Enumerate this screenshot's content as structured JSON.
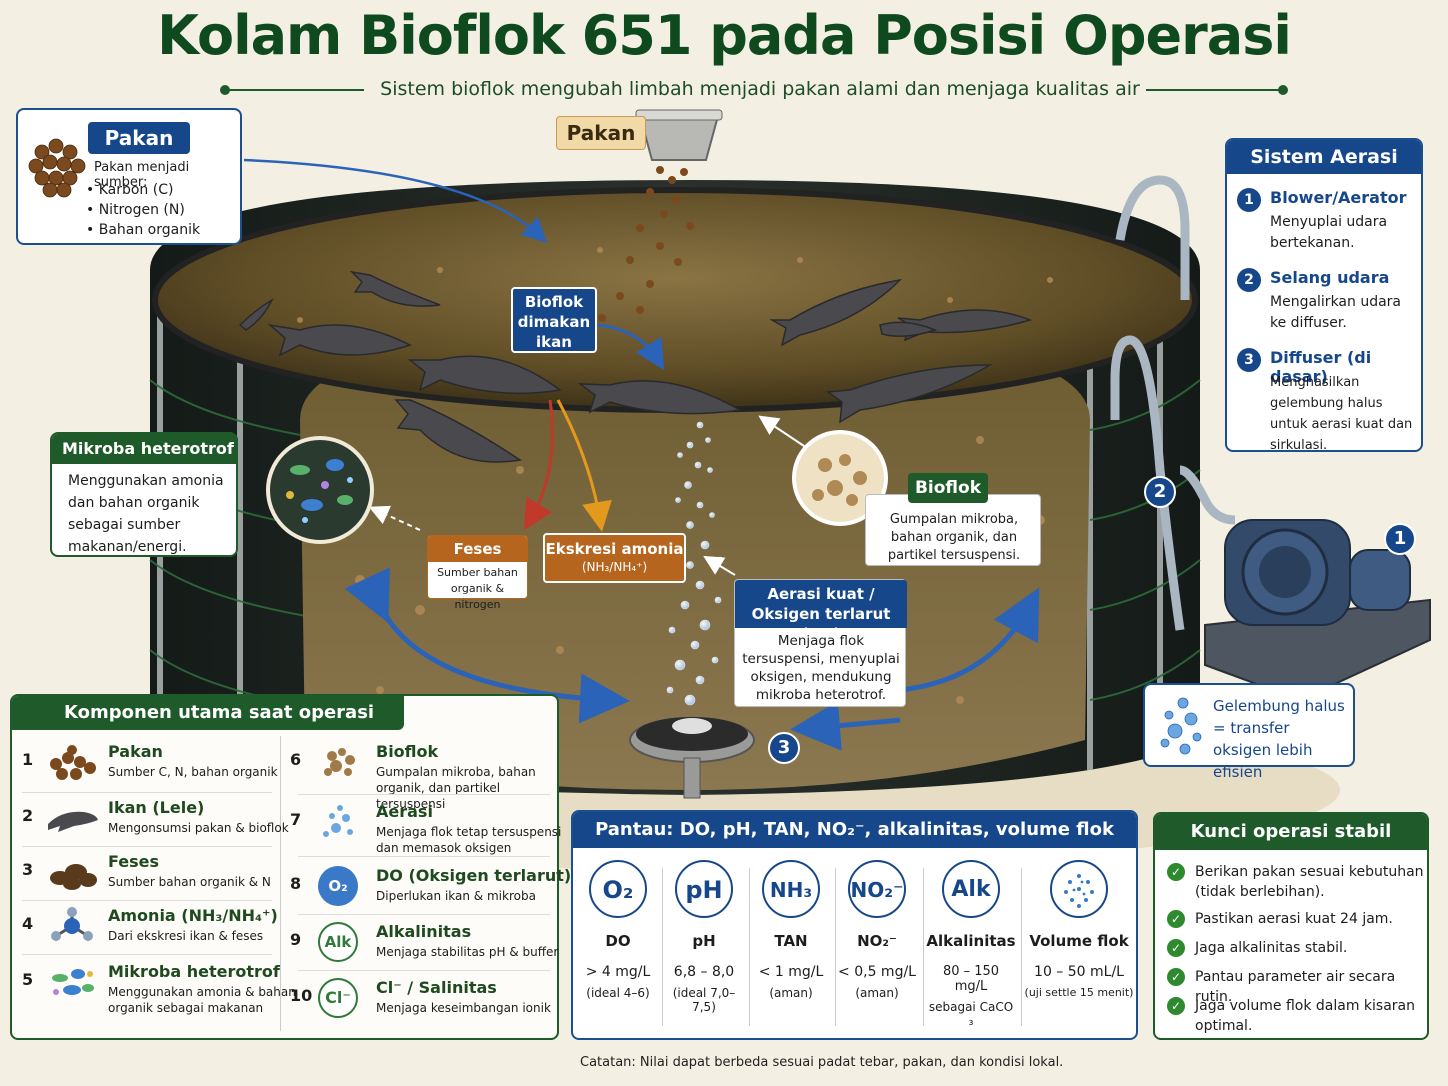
{
  "title": "Kolam Bioflok 651 pada Posisi Operasi",
  "subtitle": "Sistem bioflok mengubah limbah menjadi pakan alami dan menjaga kualitas air",
  "feed_box": {
    "title": "Pakan",
    "intro": "Pakan menjadi sumber:",
    "items": [
      "• Karbon (C)",
      "• Nitrogen (N)",
      "• Bahan organik"
    ]
  },
  "hopper_label": "Pakan",
  "aeration": {
    "title": "Sistem Aerasi",
    "steps": [
      {
        "num": "1",
        "title": "Blower/Aerator",
        "desc": "Menyuplai udara bertekanan."
      },
      {
        "num": "2",
        "title": "Selang udara",
        "desc": "Mengalirkan udara ke diffuser."
      },
      {
        "num": "3",
        "title": "Diffuser (di dasar)",
        "desc": "Menghasilkan gelembung halus untuk aerasi kuat dan sirkulasi."
      }
    ]
  },
  "microbe_box": {
    "title": "Mikroba heterotrof",
    "desc": "Menggunakan amonia dan bahan organik sebagai sumber makanan/energi."
  },
  "biofloc_eaten": "Bioflok dimakan ikan",
  "feces": {
    "title": "Feses",
    "desc": "Sumber bahan organik & nitrogen"
  },
  "ammonia": {
    "title": "Ekskresi amonia",
    "formula": "(NH₃/NH₄⁺)"
  },
  "biofloc_tag": {
    "title": "Bioflok",
    "desc": "Gumpalan mikroba, bahan organik, dan partikel tersuspensi."
  },
  "strong_aeration": {
    "title": "Aerasi kuat / Oksigen terlarut (DO)",
    "desc": "Menjaga flok tersuspensi, menyuplai oksigen, mendukung mikroba heterotrof."
  },
  "bubbles_box": {
    "desc": "Gelembung halus = transfer oksigen lebih efisien"
  },
  "markers": {
    "blower": "1",
    "hose": "2",
    "diffuser": "3"
  },
  "components": {
    "title": "Komponen utama saat operasi",
    "items": [
      {
        "num": "1",
        "title": "Pakan",
        "desc": "Sumber C, N, bahan organik",
        "icon": "feed-pellets-icon"
      },
      {
        "num": "2",
        "title": "Ikan (Lele)",
        "desc": "Mengonsumsi pakan & bioflok",
        "icon": "catfish-icon"
      },
      {
        "num": "3",
        "title": "Feses",
        "desc": "Sumber bahan organik & N",
        "icon": "feces-icon"
      },
      {
        "num": "4",
        "title": "Amonia (NH₃/NH₄⁺)",
        "desc": "Dari ekskresi ikan & feses",
        "icon": "molecule-icon"
      },
      {
        "num": "5",
        "title": "Mikroba heterotrof",
        "desc": "Menggunakan amonia & bahan organik sebagai makanan",
        "icon": "microbe-icon"
      },
      {
        "num": "6",
        "title": "Bioflok",
        "desc": "Gumpalan mikroba, bahan organik, dan partikel tersuspensi",
        "icon": "floc-icon"
      },
      {
        "num": "7",
        "title": "Aerasi",
        "desc": "Menjaga flok tetap tersuspensi dan memasok oksigen",
        "icon": "bubbles-icon"
      },
      {
        "num": "8",
        "title": "DO (Oksigen terlarut)",
        "desc": "Diperlukan ikan & mikroba",
        "icon": "o2-icon",
        "badge": "O₂"
      },
      {
        "num": "9",
        "title": "Alkalinitas",
        "desc": "Menjaga stabilitas pH & buffer",
        "icon": "alk-icon",
        "badge": "Alk"
      },
      {
        "num": "10",
        "title": "Cl⁻ / Salinitas",
        "desc": "Menjaga keseimbangan ionik",
        "icon": "chloride-icon",
        "badge": "Cl⁻"
      }
    ]
  },
  "monitor": {
    "title": "Pantau: DO, pH, TAN, NO₂⁻, alkalinitas, volume flok",
    "params": [
      {
        "symbol": "O₂",
        "name": "DO",
        "value": "> 4 mg/L",
        "note": "(ideal 4–6)"
      },
      {
        "symbol": "pH",
        "name": "pH",
        "value": "6,8 – 8,0",
        "note": "(ideal 7,0–7,5)"
      },
      {
        "symbol": "NH₃",
        "name": "TAN",
        "value": "< 1 mg/L",
        "note": "(aman)"
      },
      {
        "symbol": "NO₂⁻",
        "name": "NO₂⁻",
        "value": "< 0,5 mg/L",
        "note": "(aman)"
      },
      {
        "symbol": "Alk",
        "name": "Alkalinitas",
        "value": "80 – 150 mg/L",
        "note": "sebagai CaCO ₃"
      },
      {
        "symbol": "",
        "name": "Volume flok",
        "value": "10 – 50 mL/L",
        "note": "(uji settle 15 menit)"
      }
    ]
  },
  "key_ops": {
    "title": "Kunci operasi stabil",
    "items": [
      "Berikan pakan sesuai kebutuhan (tidak berlebihan).",
      "Pastikan aerasi kuat 24 jam.",
      "Jaga alkalinitas stabil.",
      "Pantau parameter air secara rutin.",
      "Jaga volume flok dalam kisaran optimal."
    ]
  },
  "note": "Catatan: Nilai dapat berbeda sesuai padat tebar, pakan, dan kondisi lokal.",
  "colors": {
    "green": "#1f5a2a",
    "blue": "#16478a",
    "orange": "#b5651d",
    "water": "#6e5a2e"
  }
}
